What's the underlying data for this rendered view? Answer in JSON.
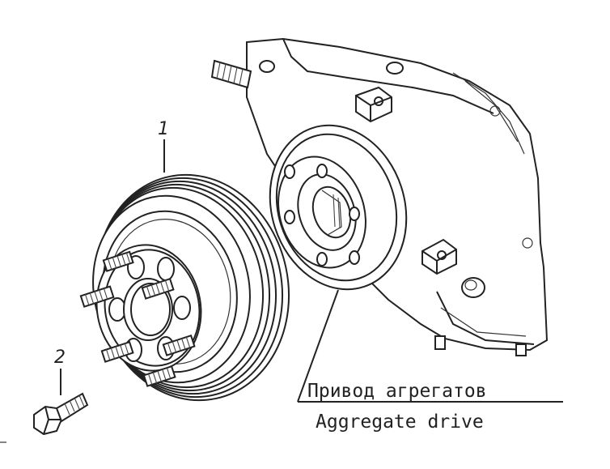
{
  "callouts": [
    {
      "id": "1",
      "text": "1"
    },
    {
      "id": "2",
      "text": "2"
    }
  ],
  "caption": {
    "russian": "Привод агрегатов",
    "english": "Aggregate drive"
  }
}
